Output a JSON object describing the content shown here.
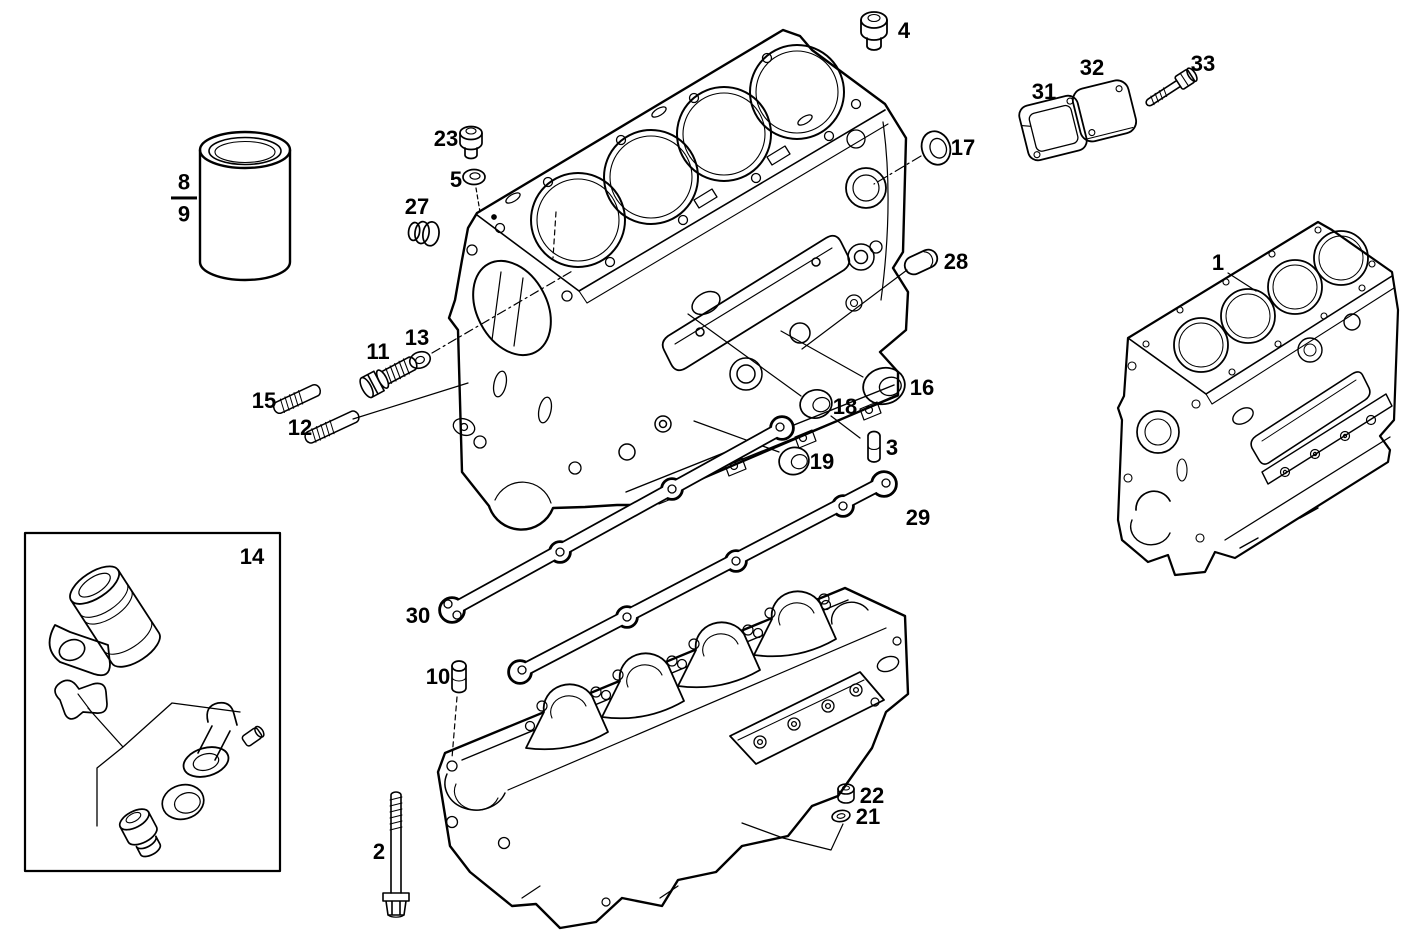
{
  "diagram": {
    "background": "#ffffff",
    "line_color": "#000000",
    "description": "Exploded parts diagram of an engine cylinder block assembly",
    "callouts": {
      "1": "1",
      "2": "2",
      "3": "3",
      "4": "4",
      "5": "5",
      "8": "8",
      "9": "9",
      "10": "10",
      "11": "11",
      "12": "12",
      "13": "13",
      "14": "14",
      "15": "15",
      "16": "16",
      "17": "17",
      "18": "18",
      "19": "19",
      "21": "21",
      "22": "22",
      "23": "23",
      "27": "27",
      "28": "28",
      "29": "29",
      "30": "30",
      "31": "31",
      "32": "32",
      "33": "33"
    }
  }
}
